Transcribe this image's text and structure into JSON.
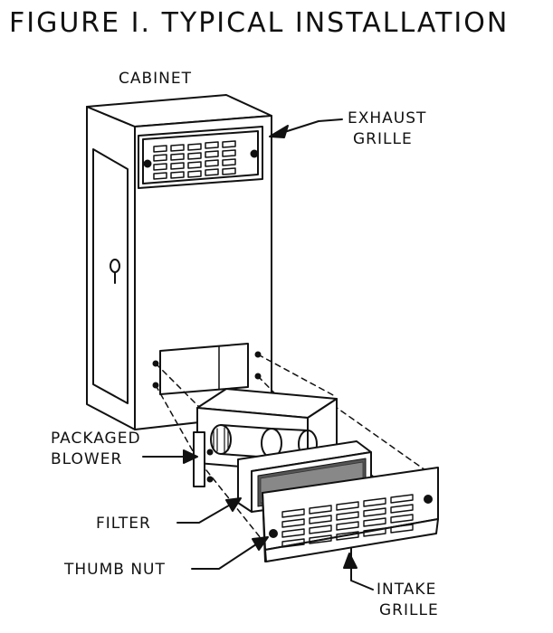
{
  "figure": {
    "title": "FIGURE I.  TYPICAL INSTALLATION",
    "labels": {
      "cabinet": "CABINET",
      "exhaust_line1": "EXHAUST",
      "exhaust_line2": "GRILLE",
      "packaged_line1": "PACKAGED",
      "packaged_line2": "BLOWER",
      "filter": "FILTER",
      "thumb_nut": "THUMB NUT",
      "intake_line1": "INTAKE",
      "intake_line2": "GRILLE"
    }
  }
}
